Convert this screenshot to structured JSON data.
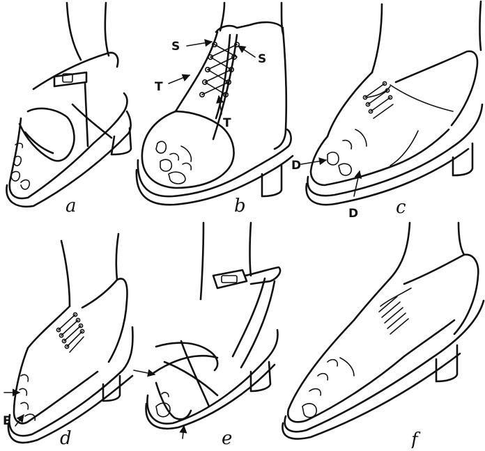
{
  "figure": {
    "panels": [
      {
        "id": "a",
        "caption": "a",
        "markers": []
      },
      {
        "id": "b",
        "caption": "b",
        "markers": [
          "S",
          "S",
          "T",
          "T"
        ]
      },
      {
        "id": "c",
        "caption": "c",
        "markers": [
          "D",
          "D"
        ]
      },
      {
        "id": "d",
        "caption": "d",
        "markers": [
          "E"
        ]
      },
      {
        "id": "e",
        "caption": "e",
        "markers": []
      },
      {
        "id": "f",
        "caption": "f",
        "markers": []
      }
    ]
  }
}
